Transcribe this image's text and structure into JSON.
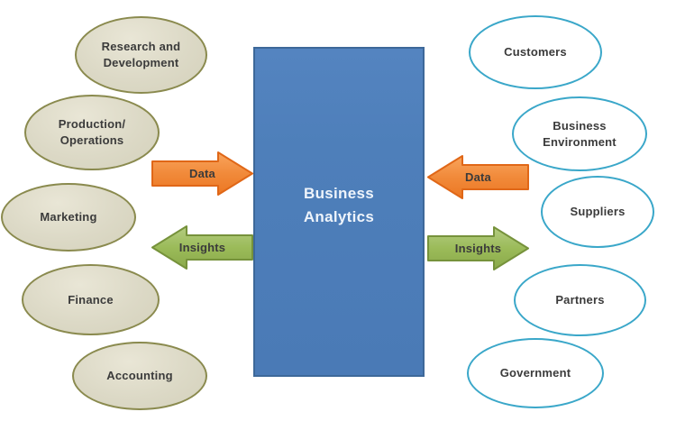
{
  "center": {
    "label": "Business Analytics"
  },
  "left_group": {
    "description_visible": false,
    "items": [
      {
        "label": "Research and Development"
      },
      {
        "label": "Production/ Operations"
      },
      {
        "label": "Marketing"
      },
      {
        "label": "Finance"
      },
      {
        "label": "Accounting"
      }
    ]
  },
  "right_group": {
    "items": [
      {
        "label": "Customers"
      },
      {
        "label": "Business Environment"
      },
      {
        "label": "Suppliers"
      },
      {
        "label": "Partners"
      },
      {
        "label": "Government"
      }
    ]
  },
  "arrows": {
    "left_data": {
      "label": "Data",
      "direction": "right"
    },
    "left_insights": {
      "label": "Insights",
      "direction": "left"
    },
    "right_data": {
      "label": "Data",
      "direction": "left"
    },
    "right_insights": {
      "label": "Insights",
      "direction": "right"
    }
  },
  "colors": {
    "center_fill": "#4e7fba",
    "center_border": "#3d6899",
    "center_text": "#eef4fb",
    "tan_fill": "#d9d6c1",
    "tan_border": "#8a8a4e",
    "cyan_border": "#3aa7c9",
    "data_arrow_fill": "#f18a3a",
    "data_arrow_border": "#e06717",
    "insights_arrow_fill": "#9bbb59",
    "insights_arrow_border": "#76923b",
    "label_text": "#3b3b3b"
  }
}
